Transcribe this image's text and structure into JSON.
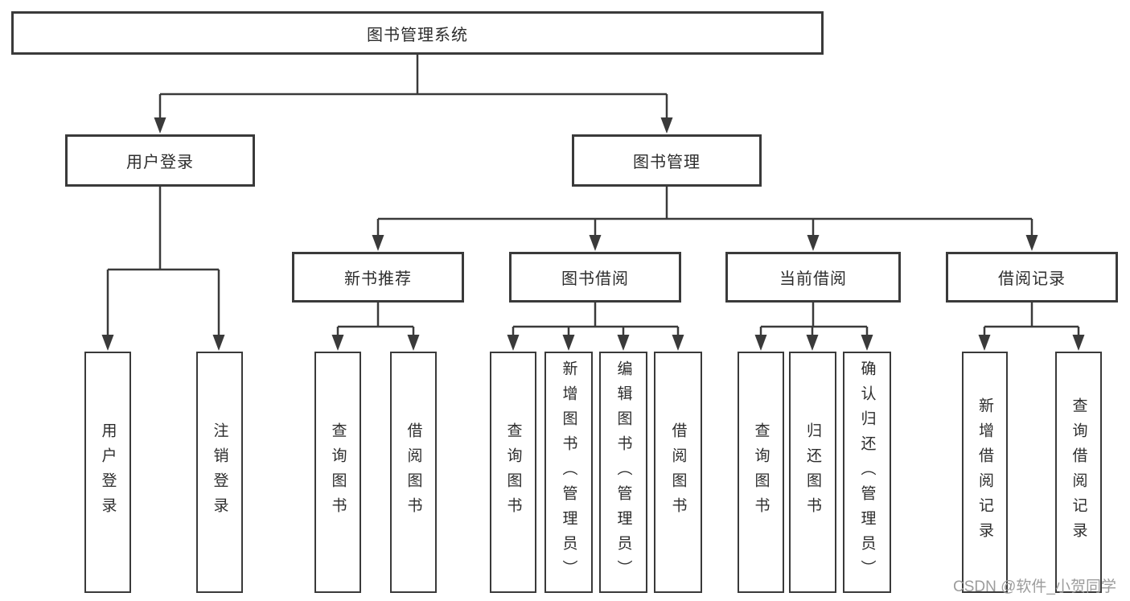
{
  "tree": {
    "root": {
      "label": "图书管理系统"
    },
    "user_login": {
      "label": "用户登录",
      "children": [
        "用户登录",
        "注销登录"
      ]
    },
    "book_management": {
      "label": "图书管理"
    },
    "new_book_recommend": {
      "label": "新书推荐",
      "children": [
        "查询图书",
        "借阅图书"
      ]
    },
    "book_borrow": {
      "label": "图书借阅",
      "children": [
        "查询图书",
        "新增图书（管理员）",
        "编辑图书（管理员）",
        "借阅图书"
      ]
    },
    "current_borrow": {
      "label": "当前借阅",
      "children": [
        "查询图书",
        "归还图书",
        "确认归还（管理员）"
      ]
    },
    "borrow_record": {
      "label": "借阅记录",
      "children": [
        "新增借阅记录",
        "查询借阅记录"
      ]
    }
  },
  "watermark": {
    "text": "CSDN @软件_小贺同学"
  },
  "colors": {
    "line": "#3a3a3a",
    "text": "#2d2d2d",
    "watermark": "#9c9c9c",
    "background": "#ffffff"
  }
}
